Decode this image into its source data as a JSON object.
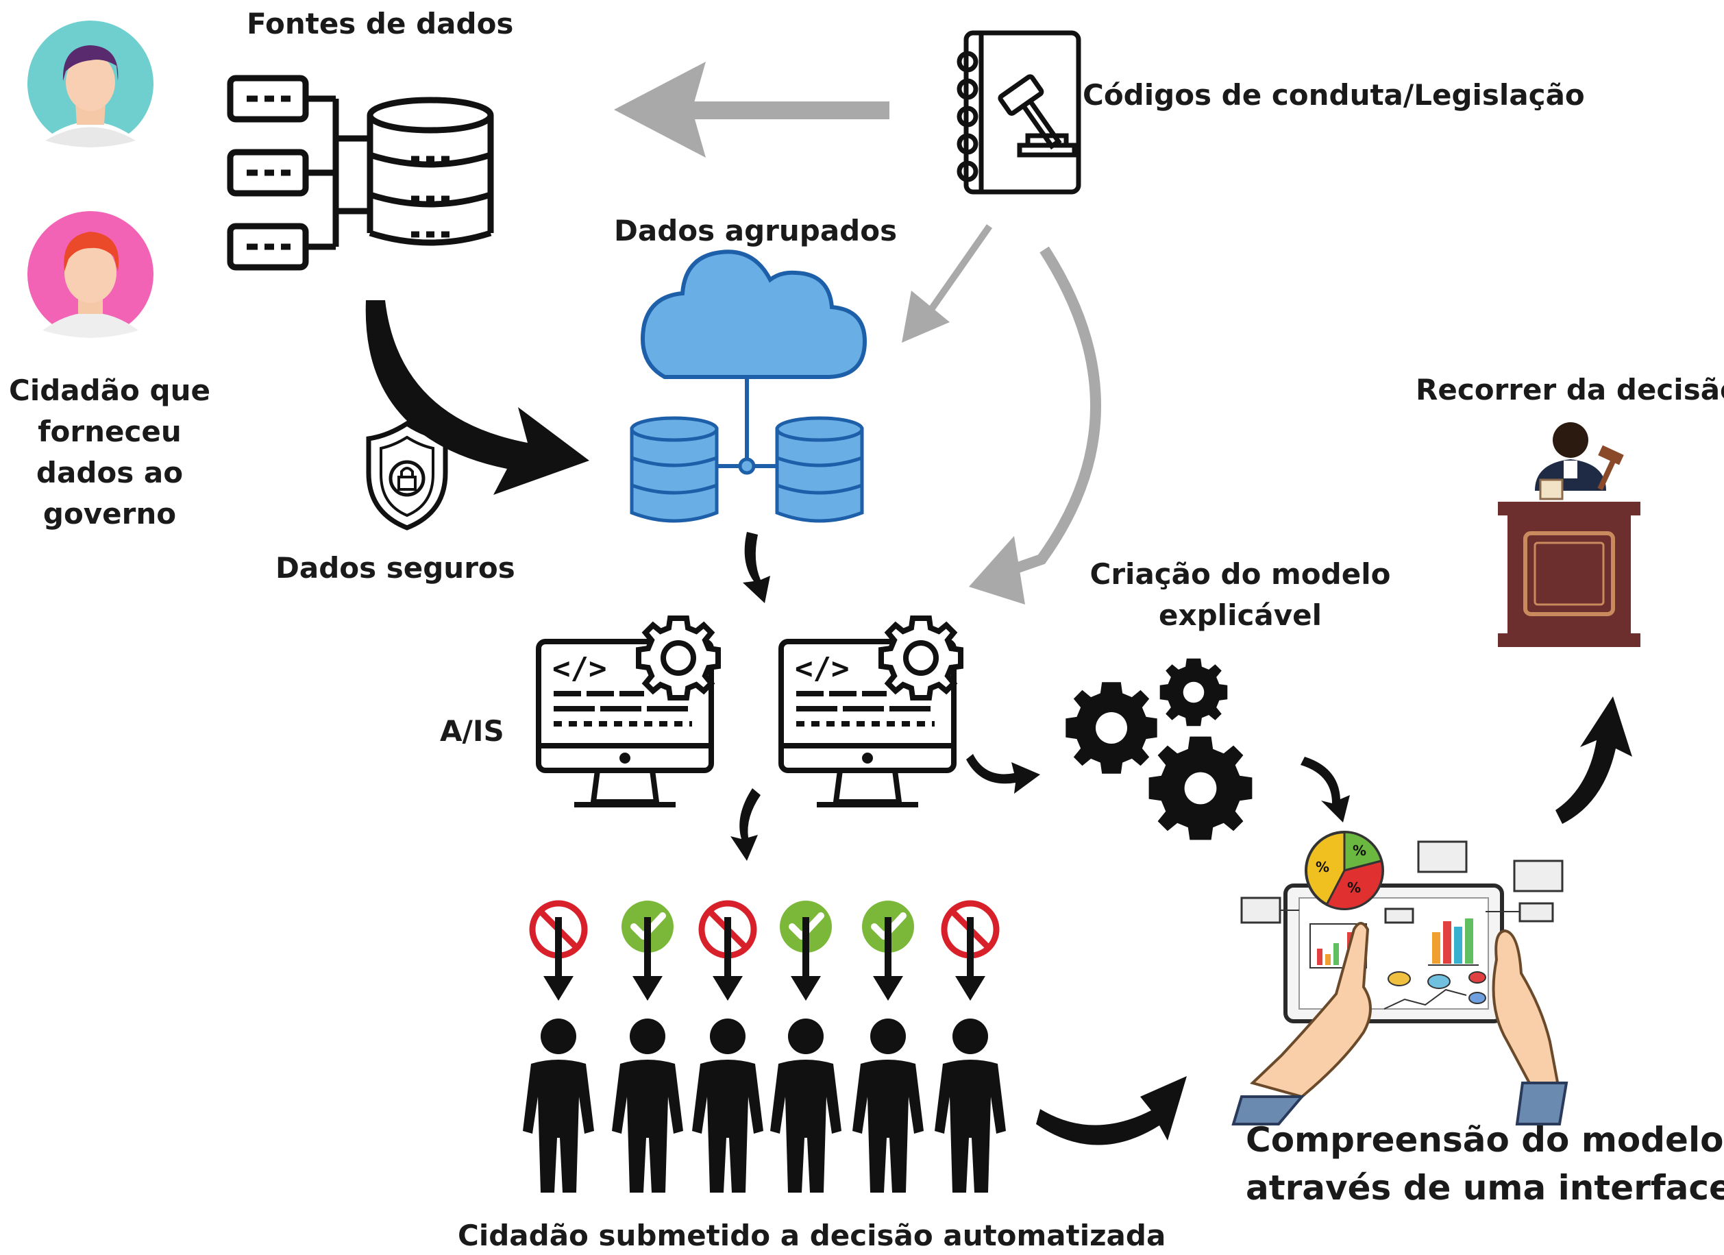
{
  "labels": {
    "fontes": "Fontes de dados",
    "codigos": "Códigos de conduta/Legislação",
    "agrupados": "Dados agrupados",
    "cidadao_l1": "Cidadão que",
    "cidadao_l2": "forneceu",
    "cidadao_l3": "dados ao",
    "cidadao_l4": "governo",
    "seguros": "Dados seguros",
    "recorrer": "Recorrer da decisão",
    "criacao_l1": "Criação do modelo",
    "criacao_l2": "explicável",
    "ais": "A/IS",
    "compreensao_l1": "Compreensão do modelo",
    "compreensao_l2": "através de uma interface",
    "submetido": "Cidadão submetido a decisão automatizada"
  },
  "chart_labels": {
    "pct": "%"
  },
  "decisions": [
    "rejected",
    "approved",
    "rejected",
    "approved",
    "approved",
    "rejected"
  ],
  "colors": {
    "ink": "#111111",
    "gray_arrow": "#a9a9a9",
    "cloud_blue": "#6aaee6",
    "cloud_stroke": "#1d5fa8",
    "avatar1_bg": "#6fcfcf",
    "avatar2_bg": "#f262b5",
    "approve_green": "#7bb83a",
    "reject_red": "#d8202a",
    "podium": "#6d2e2e",
    "podium_trim": "#c98a5e"
  }
}
